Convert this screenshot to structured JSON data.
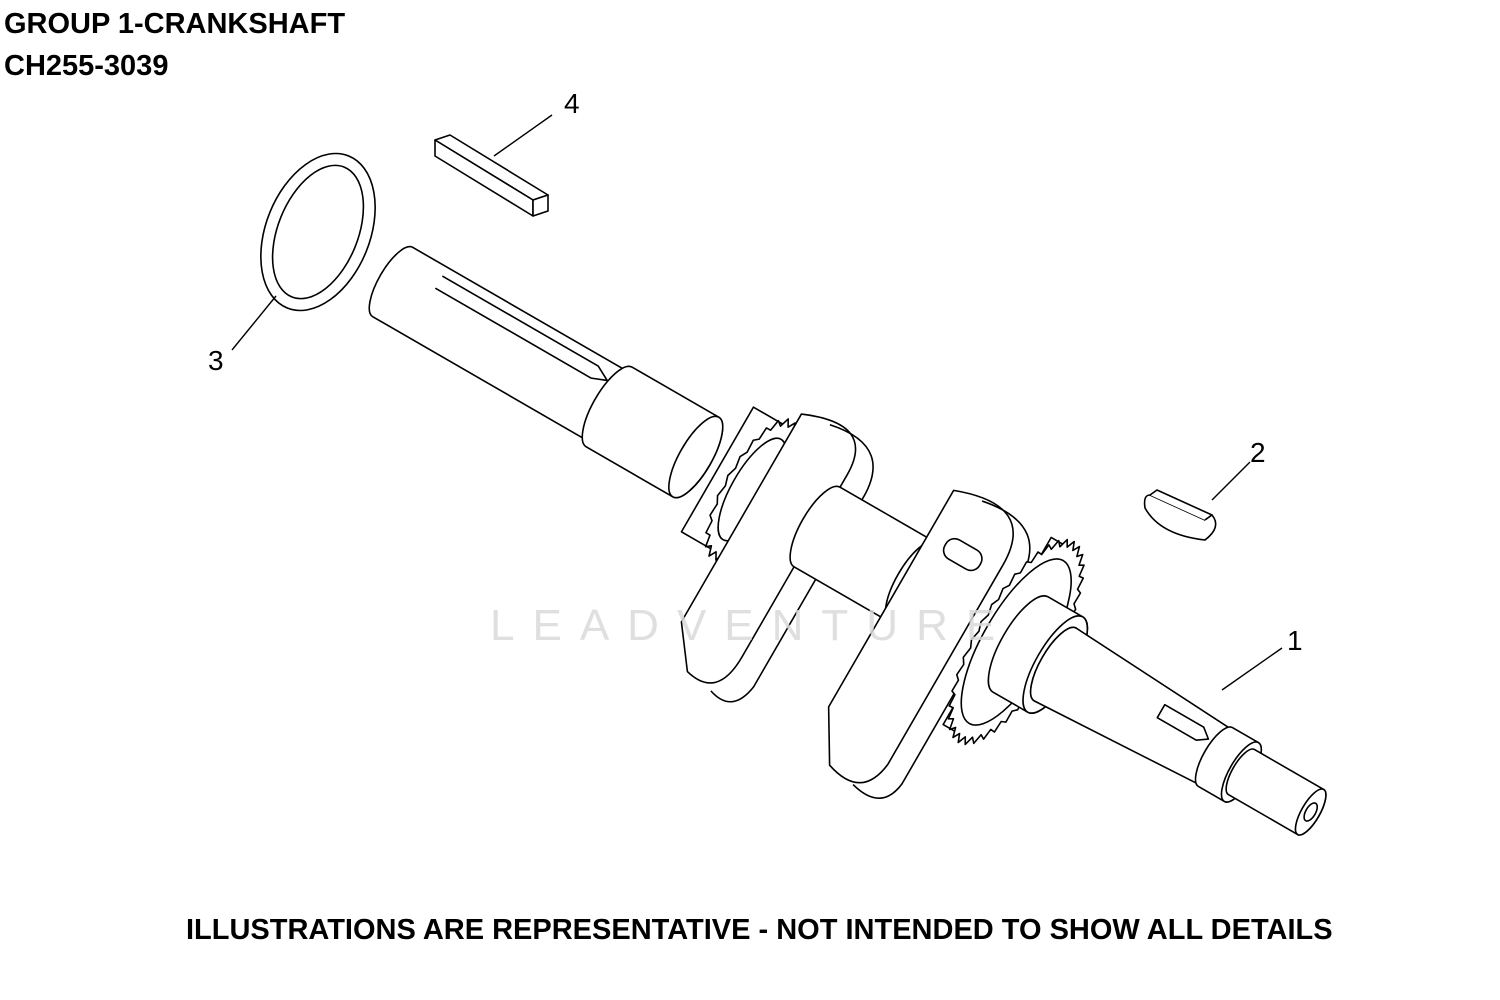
{
  "header": {
    "title": "GROUP 1-CRANKSHAFT",
    "model": "CH255-3039"
  },
  "callouts": [
    {
      "number": "1",
      "part": "crankshaft"
    },
    {
      "number": "2",
      "part": "woodruff-key"
    },
    {
      "number": "3",
      "part": "washer-ring"
    },
    {
      "number": "4",
      "part": "square-key"
    }
  ],
  "watermark": "LEADVENTURE",
  "footer": "ILLUSTRATIONS ARE REPRESENTATIVE - NOT INTENDED TO SHOW ALL DETAILS"
}
